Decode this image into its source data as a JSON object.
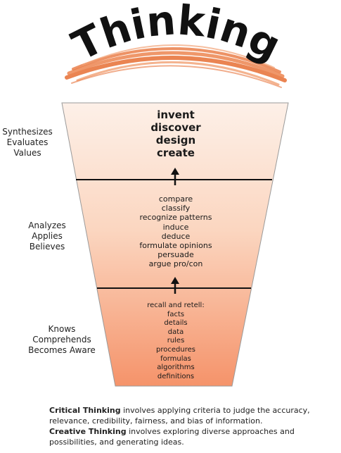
{
  "title": "Thinking",
  "levels": [
    {
      "side_labels": [
        "Synthesizes",
        "Evaluates",
        "Values"
      ],
      "items": [
        "invent",
        "discover",
        "design",
        "create"
      ]
    },
    {
      "side_labels": [
        "Analyzes",
        "Applies",
        "Believes"
      ],
      "items": [
        "compare",
        "classify",
        "recognize patterns",
        "induce",
        "deduce",
        "formulate opinions",
        "persuade",
        "argue pro/con"
      ]
    },
    {
      "side_labels": [
        "Knows",
        "Comprehends",
        "Becomes Aware"
      ],
      "items": [
        "recall and retell:",
        "facts",
        "details",
        "data",
        "rules",
        "procedures",
        "formulas",
        "algorithms",
        "definitions"
      ]
    }
  ],
  "caption": {
    "critical_term": "Critical Thinking",
    "critical_text": " involves applying criteria to judge the accuracy, relevance, credibility, fairness, and bias of information.",
    "creative_term": "Creative Thinking",
    "creative_text": " involves exploring diverse approaches and possibilities, and generating ideas."
  },
  "colors": {
    "funnel_top": "#fdf0e8",
    "funnel_bottom": "#f5936a",
    "brush_stroke": "#e8773f",
    "divider": "#111111"
  }
}
